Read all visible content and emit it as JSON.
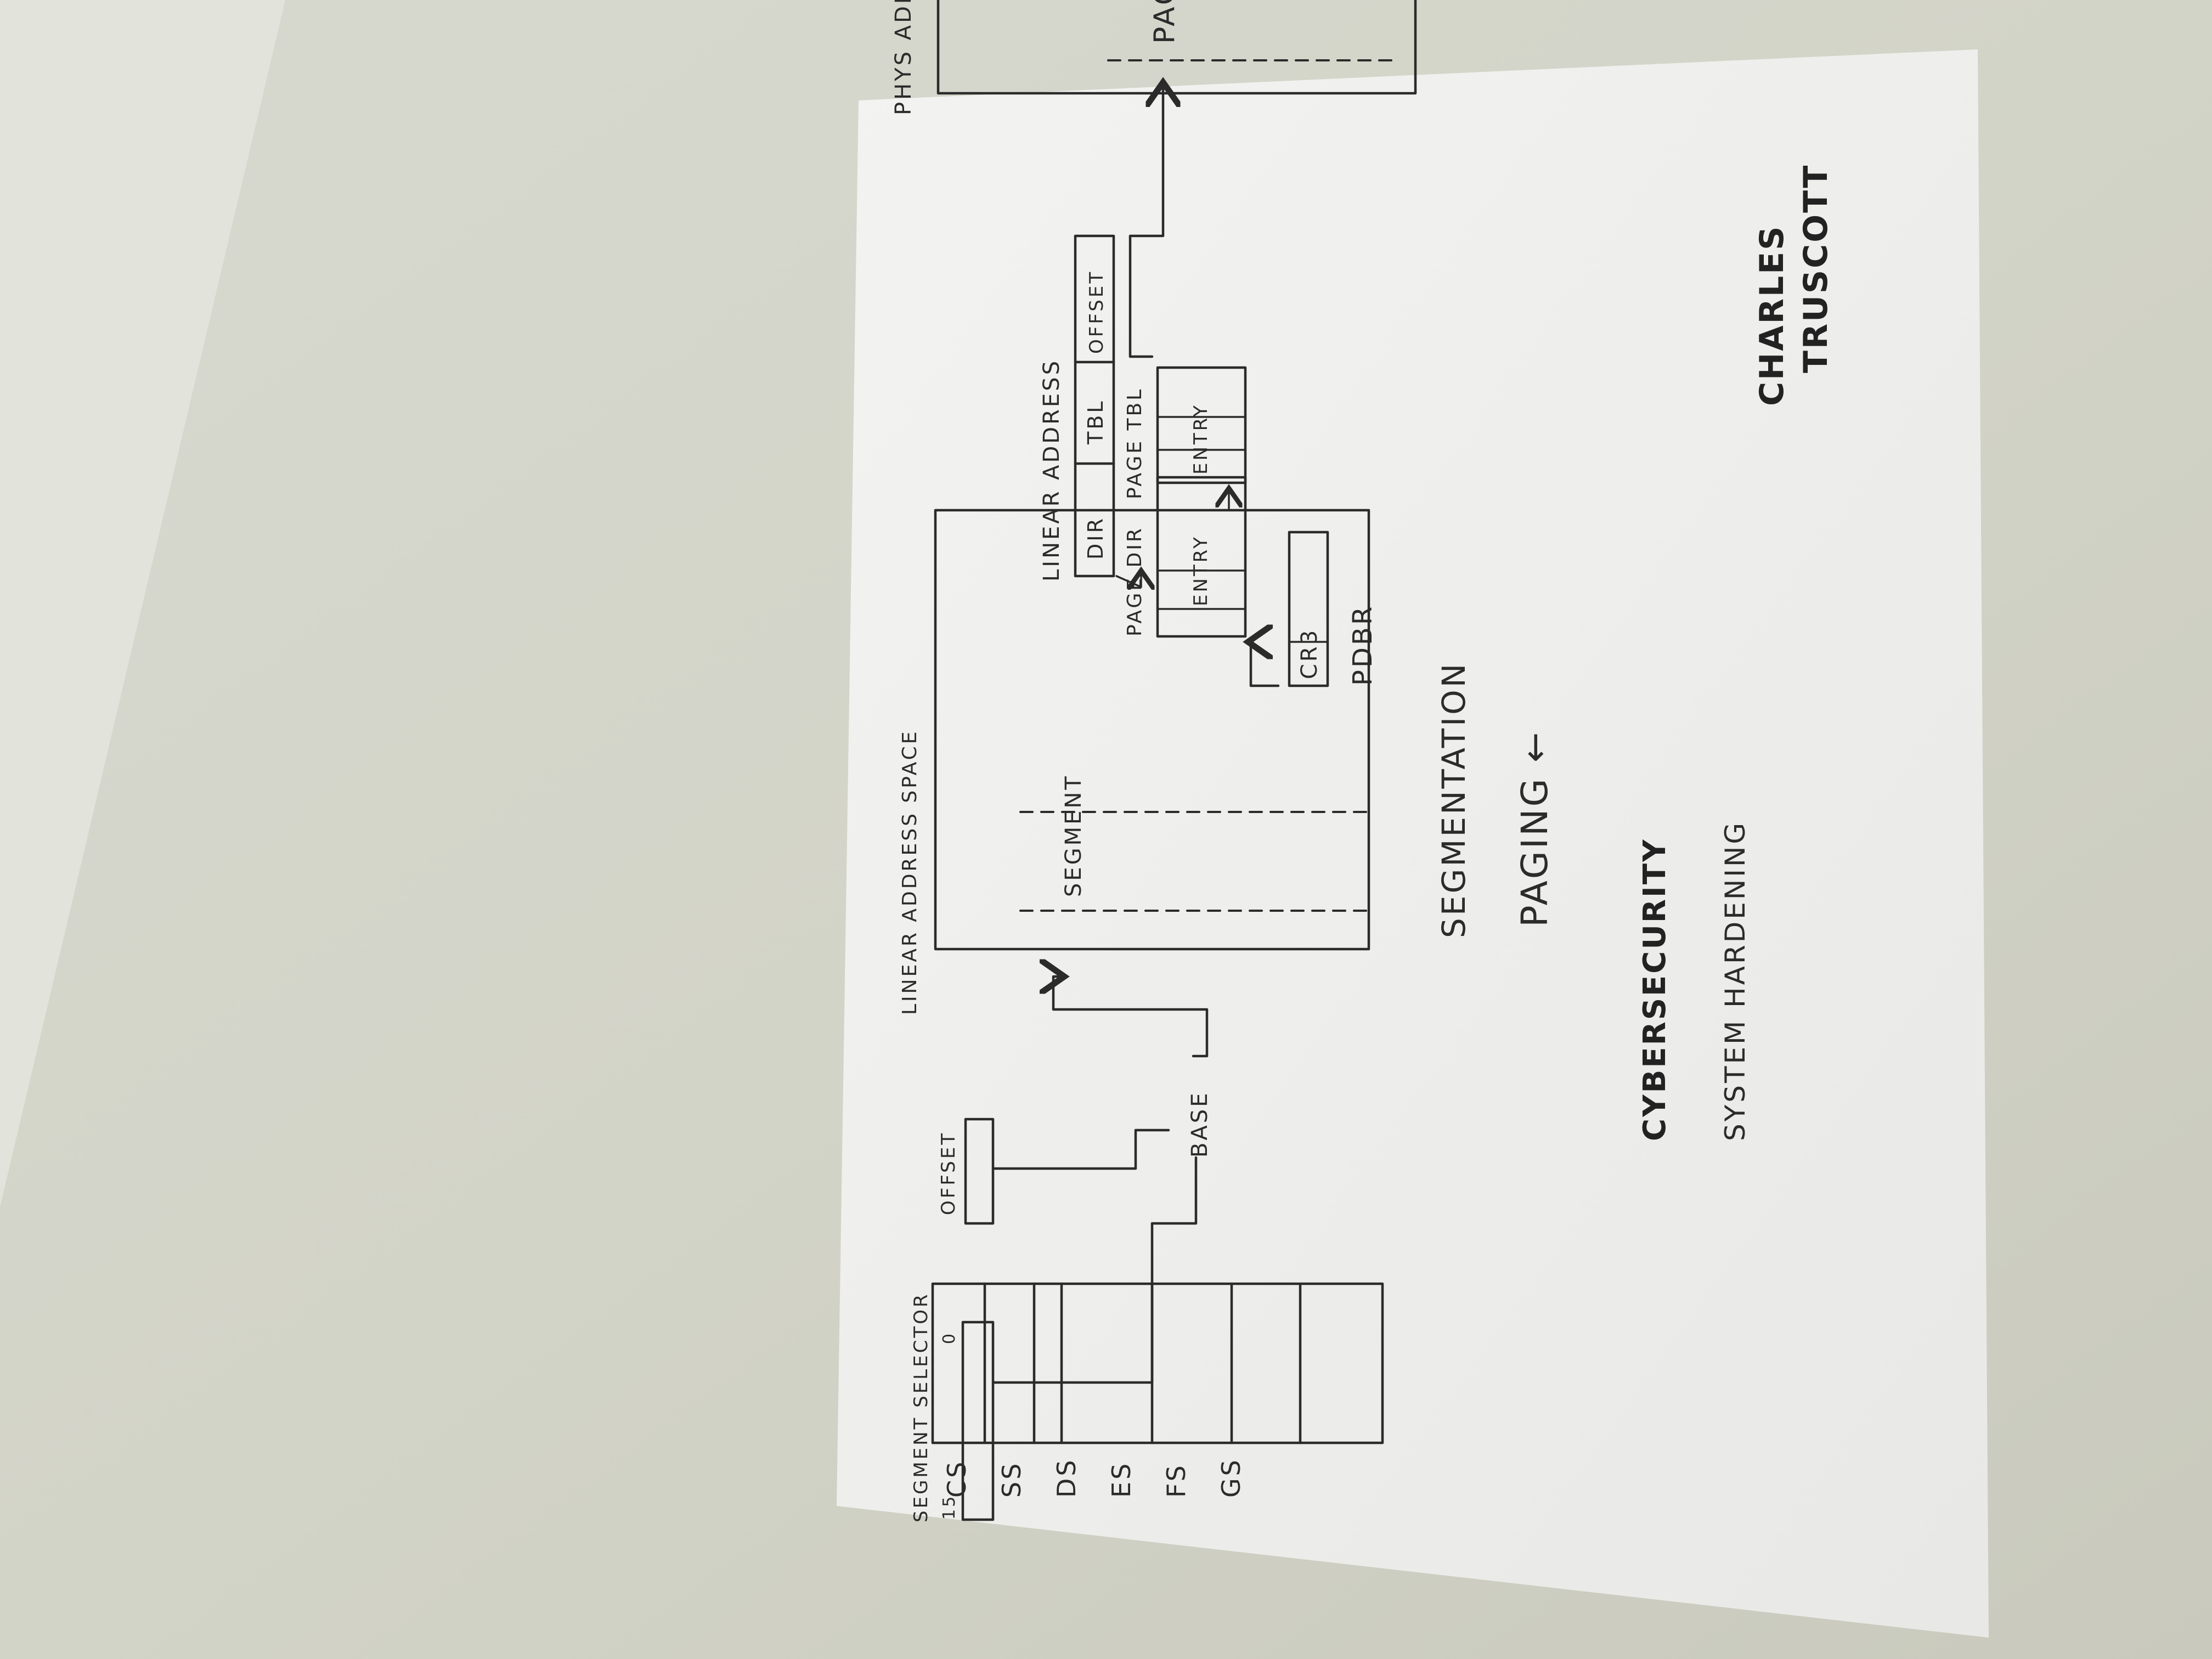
{
  "labels": {
    "segment_selector": "SEGMENT SELECTOR",
    "selector_bit_15": "15",
    "selector_bit_0": "0",
    "offset": "OFFSET",
    "base": "BASE",
    "linear_address_space": "LINEAR ADDRESS SPACE",
    "segment": "SEGMENT",
    "linear_address": "LINEAR ADDRESS",
    "dir": "DIR",
    "tbl": "TBL",
    "offset_field": "OFFSET",
    "page_dir": "PAGE DIR",
    "page_tbl": "PAGE TBL",
    "entry_dir": "ENTRY",
    "entry_tbl": "ENTRY",
    "cr3": "CR3",
    "pdbr": "PDBR",
    "phys_addr_space": "PHYS ADDR SPACE",
    "page": "PAGE",
    "registers": [
      "CS",
      "SS",
      "DS",
      "ES",
      "FS",
      "GS"
    ]
  },
  "notes": {
    "segmentation": "SEGMENTATION",
    "paging": "PAGING",
    "paging_arrow": "←",
    "cybersecurity": "CYBERSECURITY",
    "system_hardening": "SYSTEM HARDENING"
  },
  "signature": "CHARLES TRUSCOTT"
}
